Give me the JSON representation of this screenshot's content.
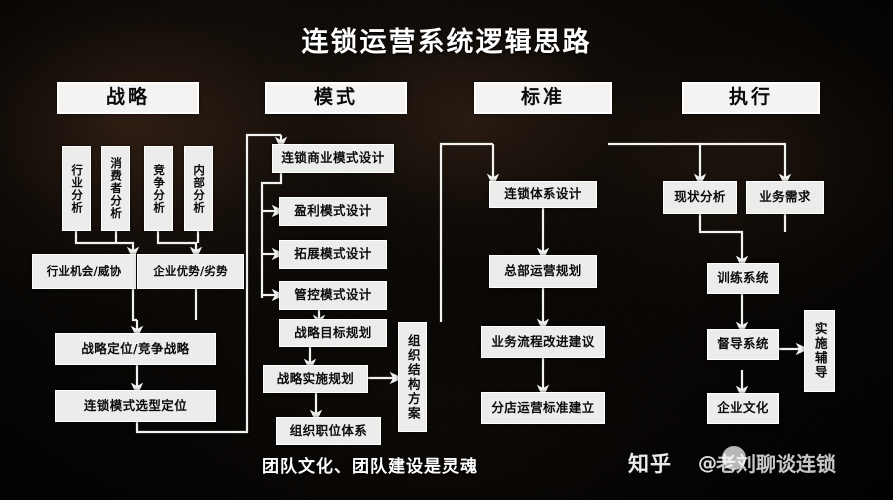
{
  "title": "连锁运营系统逻辑思路",
  "footer": "团队文化、团队建设是灵魂",
  "colors": {
    "background": "#0a0806",
    "box_fill": "#ececea",
    "box_border": "#ffffff",
    "text_light": "#ffffff",
    "text_dark": "#0b0b0b"
  },
  "columns": [
    {
      "header": "战略",
      "nodes": [
        "行业分析",
        "消费者分析",
        "竞争分析",
        "内部分析",
        "行业机会/威协",
        "企业优势/劣势",
        "战略定位/竞争战略",
        "连锁模式选型定位"
      ]
    },
    {
      "header": "模式",
      "nodes": [
        "连锁商业模式设计",
        "盈利模式设计",
        "拓展模式设计",
        "管控模式设计",
        "战略目标规划",
        "战略实施规划",
        "组织职位体系",
        "组织结构方案"
      ]
    },
    {
      "header": "标准",
      "nodes": [
        "连锁体系设计",
        "总部运营规划",
        "业务流程改进建议",
        "分店运营标准建立"
      ]
    },
    {
      "header": "执行",
      "nodes": [
        "现状分析",
        "业务需求",
        "训练系统",
        "督导系统",
        "企业文化",
        "实施辅导"
      ]
    }
  ],
  "watermark": {
    "site": "知乎",
    "at": "@",
    "user": "老刘聊谈连锁"
  }
}
